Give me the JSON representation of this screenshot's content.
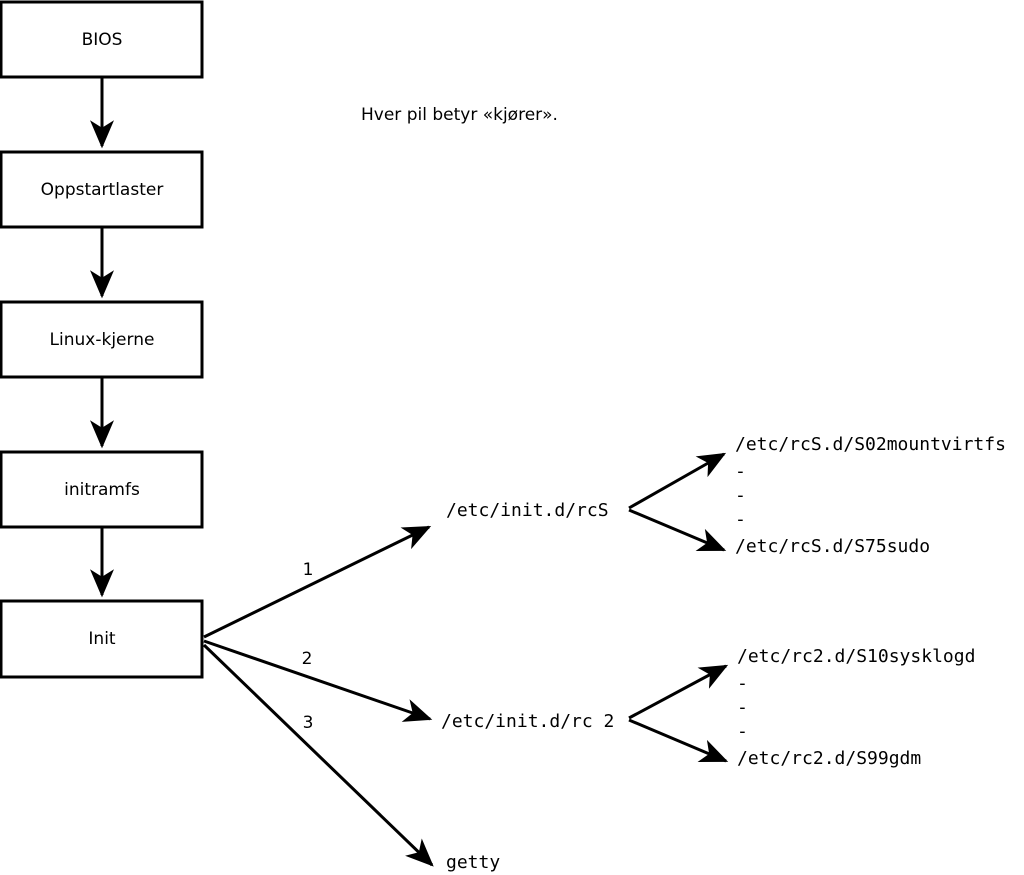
{
  "caption": {
    "text": "Hver pil betyr «kjører»."
  },
  "boot_chain": {
    "boxes": [
      {
        "label": "BIOS"
      },
      {
        "label": "Oppstartlaster"
      },
      {
        "label": "Linux-kjerne"
      },
      {
        "label": "initramfs"
      },
      {
        "label": "Init"
      }
    ]
  },
  "init_branches": {
    "numbers": [
      "1",
      "2",
      "3"
    ],
    "targets": [
      {
        "label": "/etc/init.d/rcS"
      },
      {
        "label": "/etc/init.d/rc 2"
      },
      {
        "label": "getty"
      }
    ]
  },
  "rcs_scripts": {
    "first": "/etc/rcS.d/S02mountvirtfs",
    "ellipsis": [
      "-",
      "-",
      "-"
    ],
    "last": "/etc/rcS.d/S75sudo"
  },
  "rc2_scripts": {
    "first": "/etc/rc2.d/S10sysklogd",
    "ellipsis": [
      "-",
      "-",
      "-"
    ],
    "last": "/etc/rc2.d/S99gdm"
  },
  "colors": {
    "stroke": "#000000",
    "fill": "#ffffff",
    "background": "#ffffff"
  }
}
